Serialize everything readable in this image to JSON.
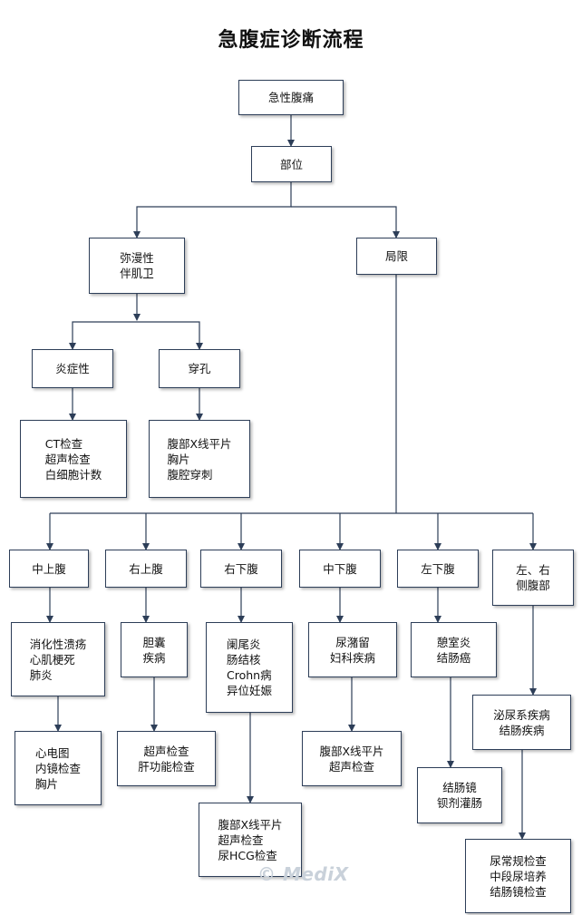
{
  "title": "急腹症诊断流程",
  "nodes": {
    "n1": "急性腹痛",
    "n2": "部位",
    "n3": "弥漫性\n伴肌卫",
    "n4": "局限",
    "n5": "炎症性",
    "n6": "穿孔",
    "n7": "CT检查\n超声检查\n白细胞计数",
    "n8": "腹部X线平片\n胸片\n腹腔穿刺",
    "r1": "中上腹",
    "r2": "右上腹",
    "r3": "右下腹",
    "r4": "中下腹",
    "r5": "左下腹",
    "r6": "左、右\n侧腹部",
    "d1": "消化性溃疡\n心肌梗死\n肺炎",
    "d2": "胆囊\n疾病",
    "d3": "阑尾炎\n肠结核\nCrohn病\n异位妊娠",
    "d4": "尿潴留\n妇科疾病",
    "d5": "憩室炎\n结肠癌",
    "d6": "泌尿系疾病\n结肠疾病",
    "t1": "心电图\n内镜检查\n胸片",
    "t2": "超声检查\n肝功能检查",
    "t3": "腹部X线平片\n超声检查\n尿HCG检查",
    "t4": "腹部X线平片\n超声检查",
    "t5": "结肠镜\n钡剂灌肠",
    "t6": "尿常规检查\n中段尿培养\n结肠镜检查"
  },
  "watermark": "© MediX",
  "colors": {
    "line": "#2d3e58",
    "border": "#2d3e58"
  }
}
